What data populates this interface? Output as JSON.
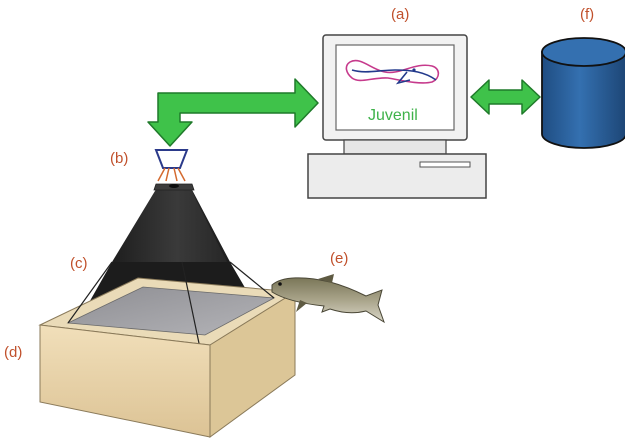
{
  "labels": {
    "a": "(a)",
    "b": "(b)",
    "c": "(c)",
    "d": "(d)",
    "e": "(e)",
    "f": "(f)"
  },
  "monitor": {
    "screen_text": "Juvenil"
  },
  "colors": {
    "label": "#c0502b",
    "arrow_fill": "#3fc24a",
    "arrow_stroke": "#1f7a2a",
    "database": "#2a5c95",
    "screen_text": "#3fb24a",
    "tank_wood": "#e8d3a8",
    "tank_water": "#9c9ca0",
    "hood": "#2d2d2d"
  },
  "icons": [
    "camera-icon",
    "computer-icon",
    "database-icon",
    "fish-icon",
    "trout-icon"
  ]
}
